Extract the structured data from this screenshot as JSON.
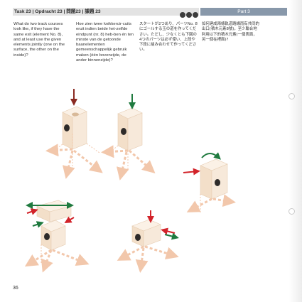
{
  "header": {
    "title": "Task 23 | Opdracht 23 | 問題23 | 課題 23",
    "part_label": "Part 3"
  },
  "instructions": {
    "en": "What do two track courses look like, if they have the same exit (element No. 8), and at least use the given elements jointly (one on the surface, the other on the inside)?",
    "nl": "Hoe zien twee knikkercir-cuits eruit indien beide het-zelfde eindpunt (nr. 8) heb-ben én ten minste van de getoonde baanelementen gemeenschappelijk gebruik maken (één bovenzijde, de ander binnenzijde)?",
    "ja": "スタートが2つあり、パーツNo. 8にゴールする玉の道を作ってください。ただし、少なくとも下図の4つのパーツは必ず使い、上段や下段に組み合わせて作ってください。",
    "zh": "如何建成兩條軌道路線而有共同的出口(積木元素8號)，至少聯合地利用以下的積木元素(一個表面，另一個在裡面)?"
  },
  "page_number": "36",
  "colors": {
    "header_bar": "#e3e3e3",
    "part_tab": "#8898aa",
    "arrow_dashed": "#f2c7ab",
    "arrow_red": "#d2232a",
    "arrow_green": "#1f7a3f",
    "arrow_dark_red": "#8a2a22",
    "block_fill": "#f7e9da"
  }
}
